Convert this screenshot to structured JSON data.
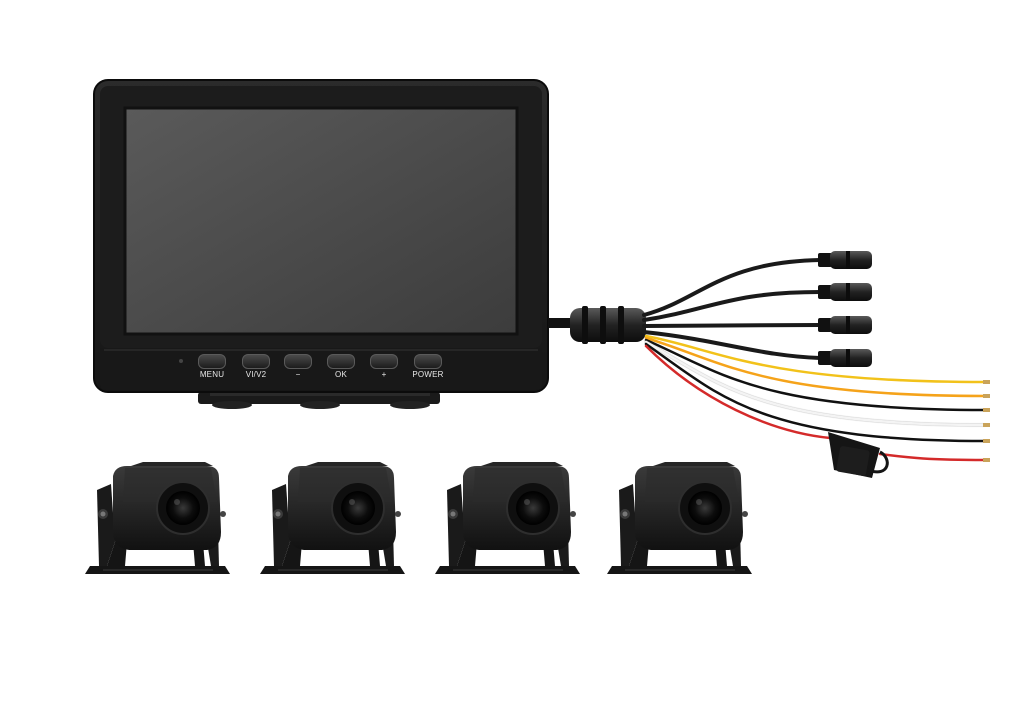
{
  "monitor": {
    "buttons": [
      {
        "id": "menu",
        "label": "MENU"
      },
      {
        "id": "v1v2",
        "label": "VI/V2"
      },
      {
        "id": "minus",
        "label": "−"
      },
      {
        "id": "ok",
        "label": "OK"
      },
      {
        "id": "plus",
        "label": "+"
      },
      {
        "id": "power",
        "label": "POWER"
      }
    ],
    "screen_color": "#4a4a4a",
    "bezel_color": "#1f1f1f"
  },
  "wires": {
    "colors": [
      "#f2c21a",
      "#f5a31a",
      "#111111",
      "#ffffff",
      "#111111",
      "#d42a2a"
    ]
  },
  "cameras": {
    "count": 4,
    "body_color": "#1a1a1a"
  }
}
